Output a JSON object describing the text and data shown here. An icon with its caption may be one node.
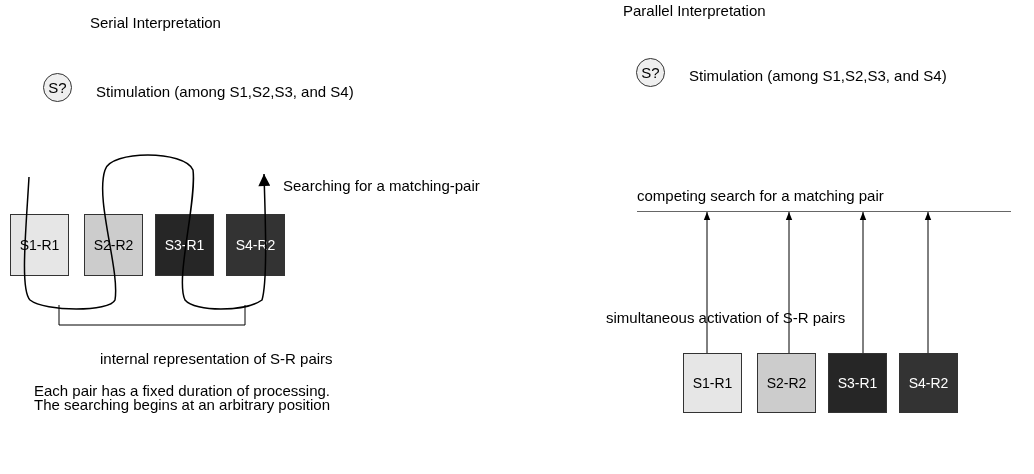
{
  "diagram": {
    "nodes": [
      {
        "text": [
          "S?"
        ],
        "beside": [
          "Stimulation (among S1,S2,S3, and S4)"
        ]
      },
      {
        "text": [
          "S1-R1"
        ]
      },
      {
        "text": [
          "S2-R2"
        ]
      },
      {
        "text": [
          "S3-R1"
        ]
      },
      {
        "text": [
          "S4-R2"
        ]
      },
      {
        "text": [
          "S?"
        ],
        "beside": [
          "Stimulation (among S1,S2,S3, and S4)"
        ]
      },
      {
        "text": [
          "S1-R1"
        ]
      },
      {
        "text": [
          "S2-R2"
        ]
      },
      {
        "text": [
          "S3-R1"
        ]
      },
      {
        "text": [
          "S4-R2"
        ]
      },
      {
        "text": [
          "competing search for a matching pair"
        ]
      }
    ],
    "edges": [
      {
        "from": 6,
        "to": 10,
        "arrow": "to"
      },
      {
        "from": 7,
        "to": 10,
        "arrow": "to"
      },
      {
        "from": 8,
        "to": 10,
        "arrow": "to"
      },
      {
        "from": 9,
        "to": 10,
        "arrow": "to"
      }
    ],
    "labels": [
      "Serial Interpretation",
      "Parallel Interpretation",
      "Searching for a matching-pair",
      "internal representation of S-R pairs",
      "simultaneous activation of S-R pairs",
      "Each pair has a fixed duration of processing. The searching begins at an arbitrary position"
    ]
  }
}
